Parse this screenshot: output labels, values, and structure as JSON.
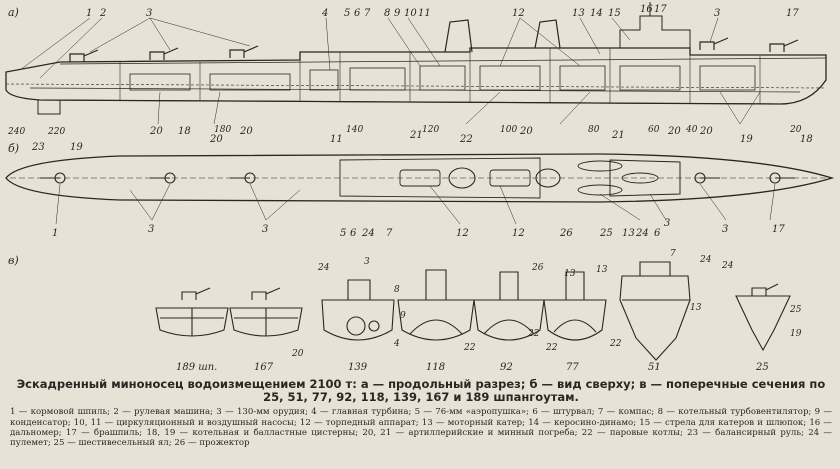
{
  "section_labels": {
    "a": "а)",
    "b": "б)",
    "v": "в)"
  },
  "side_view": {
    "top_callouts": [
      "1",
      "2",
      "3",
      "4",
      "5",
      "6",
      "7",
      "8",
      "9",
      "10",
      "11",
      "12",
      "13",
      "14",
      "15",
      "16",
      "17",
      "3",
      "17"
    ],
    "bottom_callouts": [
      "23",
      "19",
      "20",
      "18",
      "20",
      "11",
      "21",
      "22",
      "20",
      "21",
      "20",
      "19",
      "18",
      "20",
      "20"
    ],
    "frame_numbers": [
      "240",
      "220",
      "180",
      "140",
      "120",
      "100",
      "80",
      "60",
      "40",
      "20"
    ]
  },
  "plan_view": {
    "callouts": [
      "1",
      "3",
      "3",
      "5",
      "6",
      "24",
      "7",
      "12",
      "12",
      "26",
      "25",
      "13",
      "24",
      "6",
      "3",
      "17",
      "3"
    ]
  },
  "cross_sections": {
    "labels": [
      "189 шп.",
      "167",
      "139",
      "118",
      "92",
      "77",
      "51",
      "25"
    ],
    "callouts": [
      "24",
      "3",
      "8",
      "9",
      "20",
      "4",
      "22",
      "22",
      "22",
      "26",
      "7",
      "24",
      "13",
      "13",
      "22",
      "13",
      "24",
      "25",
      "19"
    ]
  },
  "caption": {
    "title": "Эскадренный миноносец водоизмещением 2100 т: а — продольный разрез; б — вид сверху; в — поперечные сечения по 25, 51, 77, 92, 118, 139, 167 и 189 шпангоутам.",
    "legend": "1 — кормовой шпиль; 2 — рулевая машина; 3 — 130-мм орудия; 4 — главная турбина; 5 — 76-мм «аэропушка»; 6 — штурвал; 7 — компас; 8 — котельный турбовентилятор; 9 — конденсатор; 10, 11 — циркуляционный и воздушный насосы; 12 — торпедный аппарат; 13 — моторный катер; 14 — керосино-динамо; 15 — стрела для катеров и шлюпок; 16 — дальномер; 17 — брашпиль; 18, 19 — котельная и балластные цистерны; 20, 21 — артиллерийские и минный погреба; 22 — паровые котлы; 23 — балансирный руль; 24 — пулемет; 25 — шестивесельный ял; 26 — прожектор"
  }
}
